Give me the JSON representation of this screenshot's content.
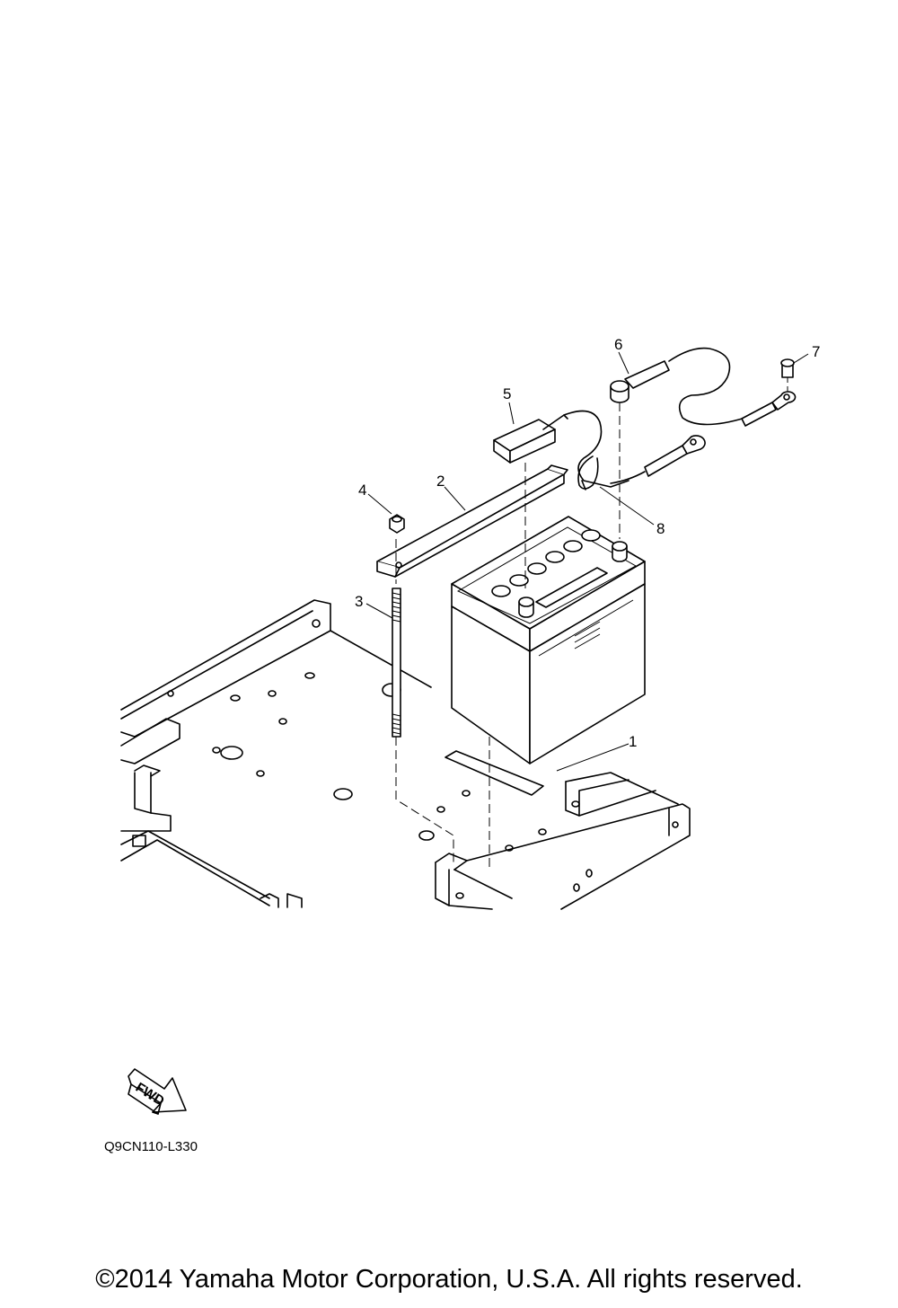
{
  "diagram": {
    "callouts": [
      {
        "id": "1",
        "label": "1"
      },
      {
        "id": "2",
        "label": "2"
      },
      {
        "id": "3",
        "label": "3"
      },
      {
        "id": "4",
        "label": "4"
      },
      {
        "id": "5",
        "label": "5"
      },
      {
        "id": "6",
        "label": "6"
      },
      {
        "id": "7",
        "label": "7"
      },
      {
        "id": "8",
        "label": "8"
      }
    ],
    "direction_arrow": "FWD",
    "drawing_code": "Q9CN110-L330"
  },
  "footer": {
    "copyright": "©2014 Yamaha Motor Corporation, U.S.A. All rights reserved."
  }
}
